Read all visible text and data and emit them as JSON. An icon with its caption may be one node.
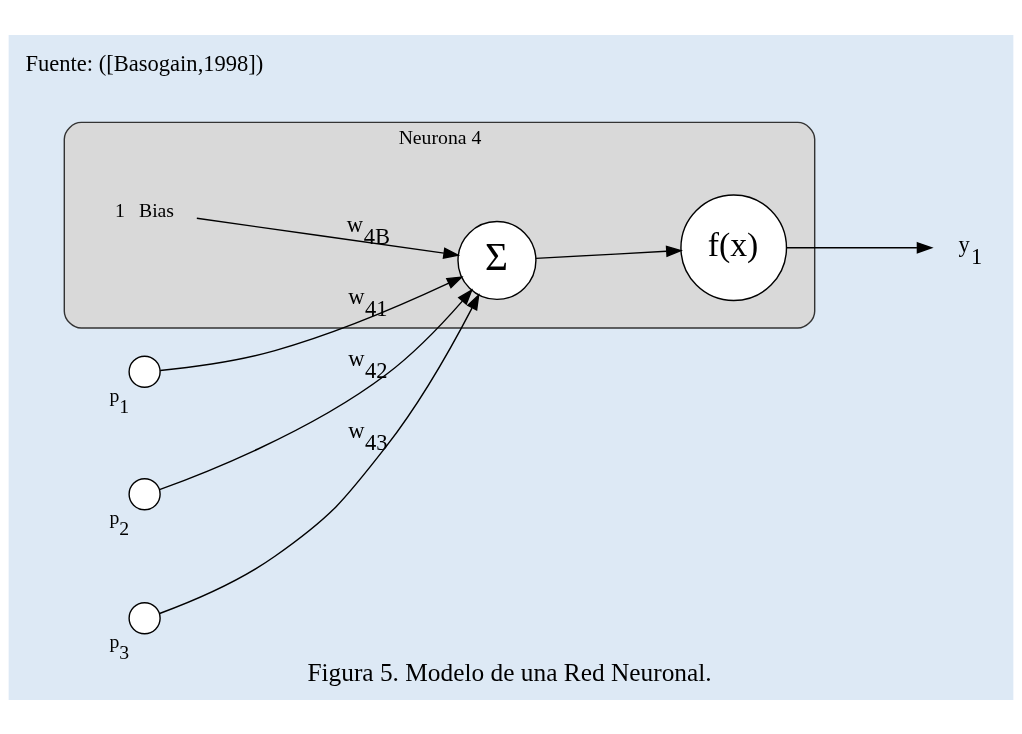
{
  "diagram": {
    "caption": "Figura 5. Modelo de una Red Neuronal.",
    "nodes": [
      {
        "text": [
          "Neurona 4"
        ]
      },
      {
        "text": [],
        "shape": "circle",
        "beside": [
          "p$_{1}$"
        ]
      },
      {
        "text": [],
        "shape": "circle",
        "beside": [
          "p$_{2}$"
        ]
      },
      {
        "text": [],
        "shape": "circle",
        "beside": [
          "p$_{3}$"
        ]
      },
      {
        "text": [
          "Σ"
        ],
        "in": 0
      },
      {
        "text": [
          "f(x)"
        ],
        "in": 0
      },
      {
        "text": [
          "y$_{1}$"
        ]
      },
      {
        "text": [
          "1"
        ],
        "in": 0,
        "beside": [
          "Bias"
        ]
      }
    ],
    "edges": [
      {
        "from": 1,
        "to": 4,
        "arrow": "to",
        "label": "w$_{41}$"
      },
      {
        "from": 2,
        "to": 4,
        "arrow": "to",
        "label": "w$_{42}$"
      },
      {
        "from": 3,
        "to": 4,
        "arrow": "to",
        "label": "w$_{43}$"
      },
      {
        "from": 4,
        "to": 5,
        "arrow": "to"
      },
      {
        "from": 5,
        "to": 6,
        "arrow": "to"
      },
      {
        "from": 7,
        "to": 4,
        "arrow": "to",
        "label": "w$_{4B}$"
      }
    ],
    "labels": [
      "Fuente: ([Basogain,1998])"
    ]
  }
}
